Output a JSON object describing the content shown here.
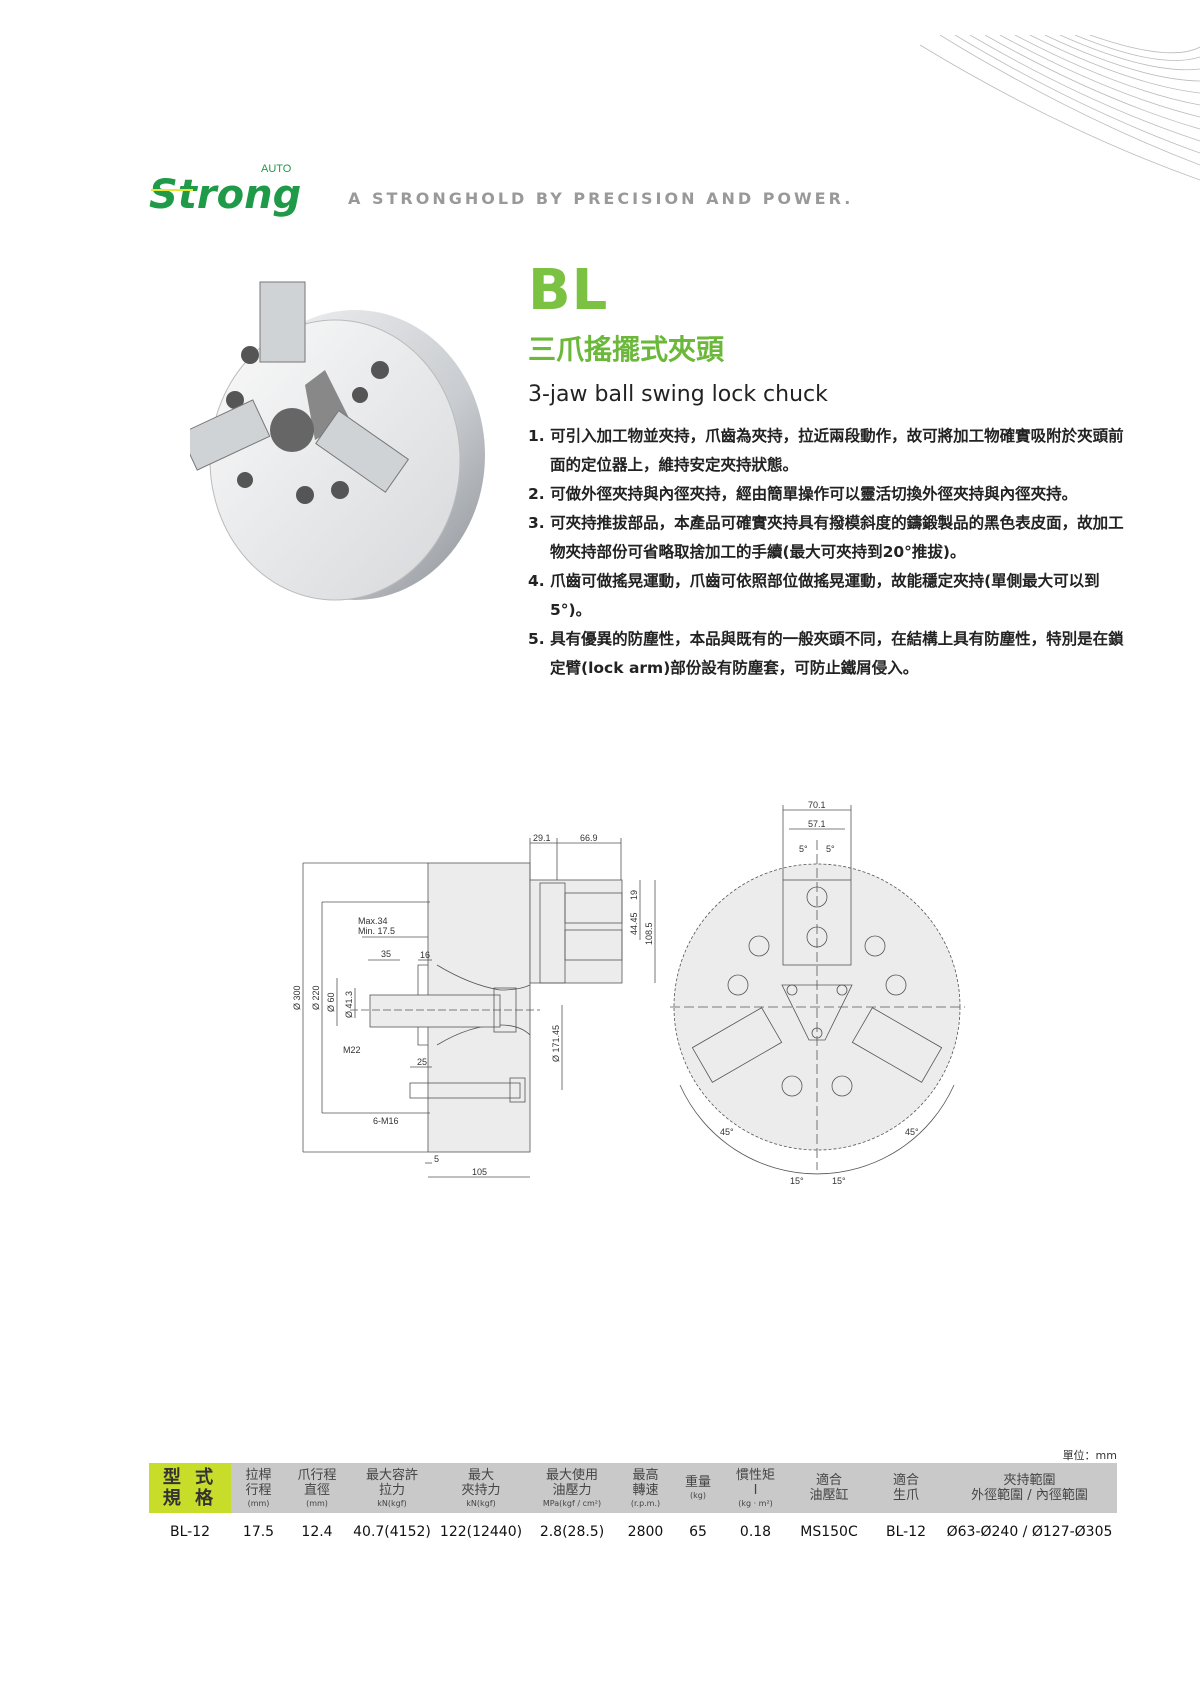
{
  "brand": {
    "logo_text": "Strong",
    "logo_superscript": "AUTO",
    "tagline": "A STRONGHOLD BY PRECISION AND POWER.",
    "brand_color": "#1f9a48",
    "accent_color": "#7cc242"
  },
  "product": {
    "model": "BL",
    "zh_title": "三爪搖擺式夾頭",
    "en_title": "3-jaw ball swing lock chuck",
    "features": [
      "1. 可引入加工物並夾持，爪齒為夾持，拉近兩段動作，故可將加工物確實吸附於夾頭前面的定位器上，維持安定夾持狀態。",
      "2. 可做外徑夾持與內徑夾持，經由簡單操作可以靈活切換外徑夾持與內徑夾持。",
      "3. 可夾持推拔部品，本產品可確實夾持具有撥模斜度的鑄鍛製品的黑色表皮面，故加工物夾持部份可省略取捨加工的手續(最大可夾持到20°推拔)。",
      "4. 爪齒可做搖晃運動，爪齒可依照部位做搖晃運動，故能穩定夾持(單側最大可以到5°)。",
      "5. 具有優異的防塵性，本品與既有的一般夾頭不同，在結構上具有防塵性，特別是在鎖定臂(lock arm)部份設有防塵套，可防止鐵屑侵入。"
    ]
  },
  "drawing": {
    "side_view": {
      "d300": "Ø 300",
      "d220": "Ø 220",
      "d60": "Ø 60",
      "d41": "Ø 41.3",
      "stroke": "Max.34",
      "stroke_min": "Min. 17.5",
      "dim35": "35",
      "dim16": "16",
      "dim25": "25",
      "dim5": "5",
      "dim105": "105",
      "m22": "M22",
      "m16": "6-M16",
      "d171": "Ø 171.45",
      "dim29": "29.1",
      "dim66": "66.9",
      "dim19": "19",
      "dim44": "44.45",
      "dim108": "108.5"
    },
    "front_view": {
      "dim70": "70.1",
      "dim57": "57.1",
      "deg5a": "5°",
      "deg5b": "5°",
      "deg45a": "45°",
      "deg45b": "45°",
      "deg15a": "15°",
      "deg15b": "15°"
    }
  },
  "spec_table": {
    "unit": "單位：mm",
    "header_first": [
      "型 式",
      "規 格"
    ],
    "columns": [
      {
        "lines": [
          "拉桿",
          "行程"
        ],
        "unit": "(mm)"
      },
      {
        "lines": [
          "爪行程",
          "直徑"
        ],
        "unit": "(mm)"
      },
      {
        "lines": [
          "最大容許",
          "拉力"
        ],
        "unit": "kN(kgf)"
      },
      {
        "lines": [
          "最大",
          "夾持力"
        ],
        "unit": "kN(kgf)"
      },
      {
        "lines": [
          "最大使用",
          "油壓力"
        ],
        "unit": "MPa(kgf / cm²)"
      },
      {
        "lines": [
          "最高",
          "轉速"
        ],
        "unit": "(r.p.m.)"
      },
      {
        "lines": [
          "重量",
          ""
        ],
        "unit": "(kg)"
      },
      {
        "lines": [
          "慣性矩",
          "I"
        ],
        "unit": "(kg · m²)"
      },
      {
        "lines": [
          "適合",
          "油壓缸"
        ],
        "unit": ""
      },
      {
        "lines": [
          "適合",
          "生爪"
        ],
        "unit": ""
      },
      {
        "lines": [
          "夾持範圍",
          "外徑範圍 / 內徑範圍"
        ],
        "unit": ""
      }
    ],
    "rows": [
      [
        "BL-12",
        "17.5",
        "12.4",
        "40.7(4152)",
        "122(12440)",
        "2.8(28.5)",
        "2800",
        "65",
        "0.18",
        "MS150C",
        "BL-12",
        "Ø63-Ø240 / Ø127-Ø305"
      ]
    ]
  }
}
